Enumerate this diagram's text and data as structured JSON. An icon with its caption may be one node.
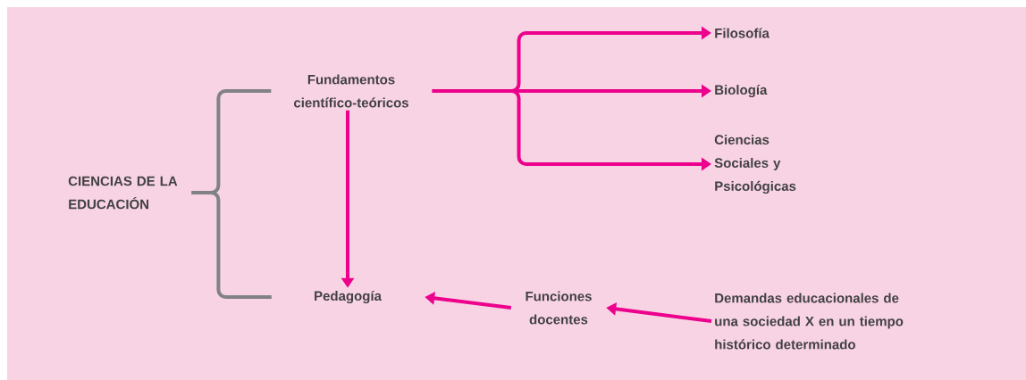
{
  "diagram": {
    "nodes": [
      {
        "text": [
          "CIENCIAS DE LA EDUCACIÓN"
        ]
      },
      {
        "text": [
          "Fundamentos científico-teóricos"
        ]
      },
      {
        "text": [
          "Filosofía"
        ]
      },
      {
        "text": [
          "Biología"
        ]
      },
      {
        "text": [
          "Ciencias Sociales y Psicológicas"
        ]
      },
      {
        "text": [
          "Pedagogía"
        ]
      },
      {
        "text": [
          "Funciones docentes"
        ]
      },
      {
        "text": [
          "Demandas educacionales de una sociedad X en un tiempo histórico determinado"
        ]
      }
    ],
    "edges": [
      {
        "from": 0,
        "to": 1,
        "arrow": "none",
        "color": "#808285"
      },
      {
        "from": 0,
        "to": 5,
        "arrow": "none",
        "color": "#808285"
      },
      {
        "from": 1,
        "to": 2,
        "arrow": "to"
      },
      {
        "from": 1,
        "to": 3,
        "arrow": "to"
      },
      {
        "from": 1,
        "to": 4,
        "arrow": "to"
      },
      {
        "from": 1,
        "to": 5,
        "arrow": "to"
      },
      {
        "from": 7,
        "to": 6,
        "arrow": "to"
      },
      {
        "from": 6,
        "to": 5,
        "arrow": "to"
      }
    ]
  }
}
